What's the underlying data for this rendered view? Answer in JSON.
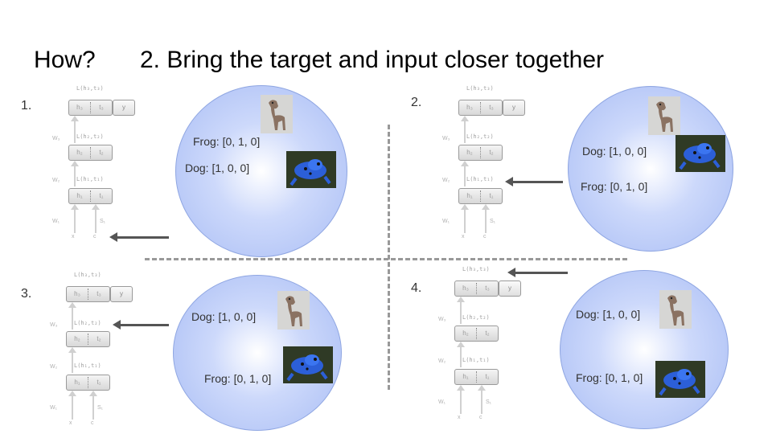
{
  "title": {
    "how": "How?",
    "main": "2. Bring the target and input closer together"
  },
  "quadrants": [
    {
      "num": "1.",
      "dog_label": "Dog: [1, 0, 0]",
      "frog_label": "Frog: [0, 1, 0]"
    },
    {
      "num": "2.",
      "dog_label": "Dog: [1, 0, 0]",
      "frog_label": "Frog: [0, 1, 0]"
    },
    {
      "num": "3.",
      "dog_label": "Dog: [1, 0, 0]",
      "frog_label": "Frog: [0, 1, 0]"
    },
    {
      "num": "4.",
      "dog_label": "Dog: [1, 0, 0]",
      "frog_label": "Frog: [0, 1, 0]"
    }
  ],
  "network": {
    "loss3": "L(h₃,t₃)",
    "loss2": "L(h₂,t₂)",
    "loss1": "L(h₁,t₁)",
    "h3": "h₃",
    "t3": "t₃",
    "h2": "h₂",
    "t2": "t₂",
    "h1": "h₁",
    "t1": "t₁",
    "y": "y",
    "w3": "W₃",
    "w2": "W₂",
    "w1": "W₁",
    "s1": "S₁",
    "x": "x",
    "c": "c"
  },
  "icons": {
    "dog": "dog-photo",
    "frog": "blue-poison-dart-frog-photo",
    "arrow": "arrow-left-icon"
  }
}
